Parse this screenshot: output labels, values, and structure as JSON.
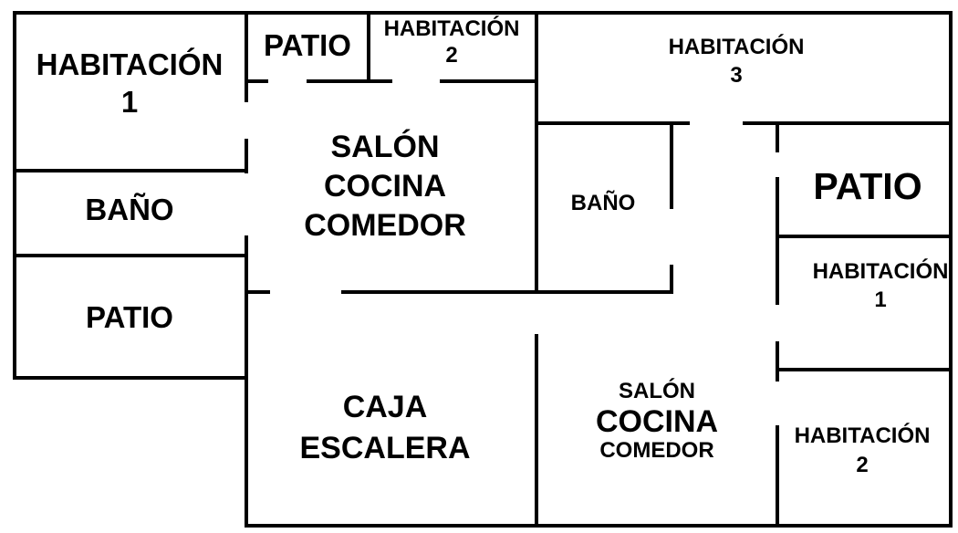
{
  "rooms": {
    "hab1_left": {
      "line1": "HABITACIÓN",
      "line2": "1"
    },
    "patio_tl": {
      "line1": "PATIO"
    },
    "hab2_top": {
      "line1": "HABITACIÓN",
      "line2": "2"
    },
    "hab3": {
      "line1": "HABITACIÓN",
      "line2": "3"
    },
    "bano_left": {
      "line1": "BAÑO"
    },
    "salon_top": {
      "line1": "SALÓN",
      "line2": "COCINA",
      "line3": "COMEDOR"
    },
    "bano_mid": {
      "line1": "BAÑO"
    },
    "patio_right": {
      "line1": "PATIO"
    },
    "hab1_right": {
      "line1": "HABITACIÓN",
      "line2": "1"
    },
    "patio_bl": {
      "line1": "PATIO"
    },
    "caja": {
      "line1": "CAJA",
      "line2": "ESCALERA"
    },
    "salon_bot": {
      "line1": "SALÓN",
      "line2": "COCINA",
      "line3": "COMEDOR"
    },
    "hab2_right": {
      "line1": "HABITACIÓN",
      "line2": "2"
    }
  },
  "colors": {
    "wall": "#000000",
    "background": "#ffffff",
    "text": "#000000"
  }
}
